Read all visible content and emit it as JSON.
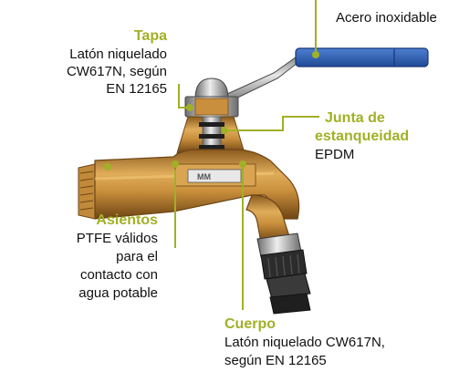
{
  "callouts": {
    "mango": {
      "body": "Acero inoxidable"
    },
    "tapa": {
      "title": "Tapa",
      "lines": [
        "Latón niquelado",
        "CW617N, según",
        "EN 12165"
      ]
    },
    "junta": {
      "title_lines": [
        "Junta de",
        "estanqueidad"
      ],
      "body": "EPDM"
    },
    "asientos": {
      "title": "Asientos",
      "lines": [
        "PTFE válidos",
        "para el",
        "contacto con",
        "agua potable"
      ]
    },
    "cuerpo": {
      "title": "Cuerpo",
      "lines": [
        "Latón niquelado CW617N,",
        "según EN 12165"
      ]
    }
  },
  "colors": {
    "accent": "#a1b026",
    "handle_blue": "#2c5fb3",
    "brass": "#c98f3c",
    "brass_dark": "#8a5a1e",
    "chrome": "#b9b9b9"
  }
}
